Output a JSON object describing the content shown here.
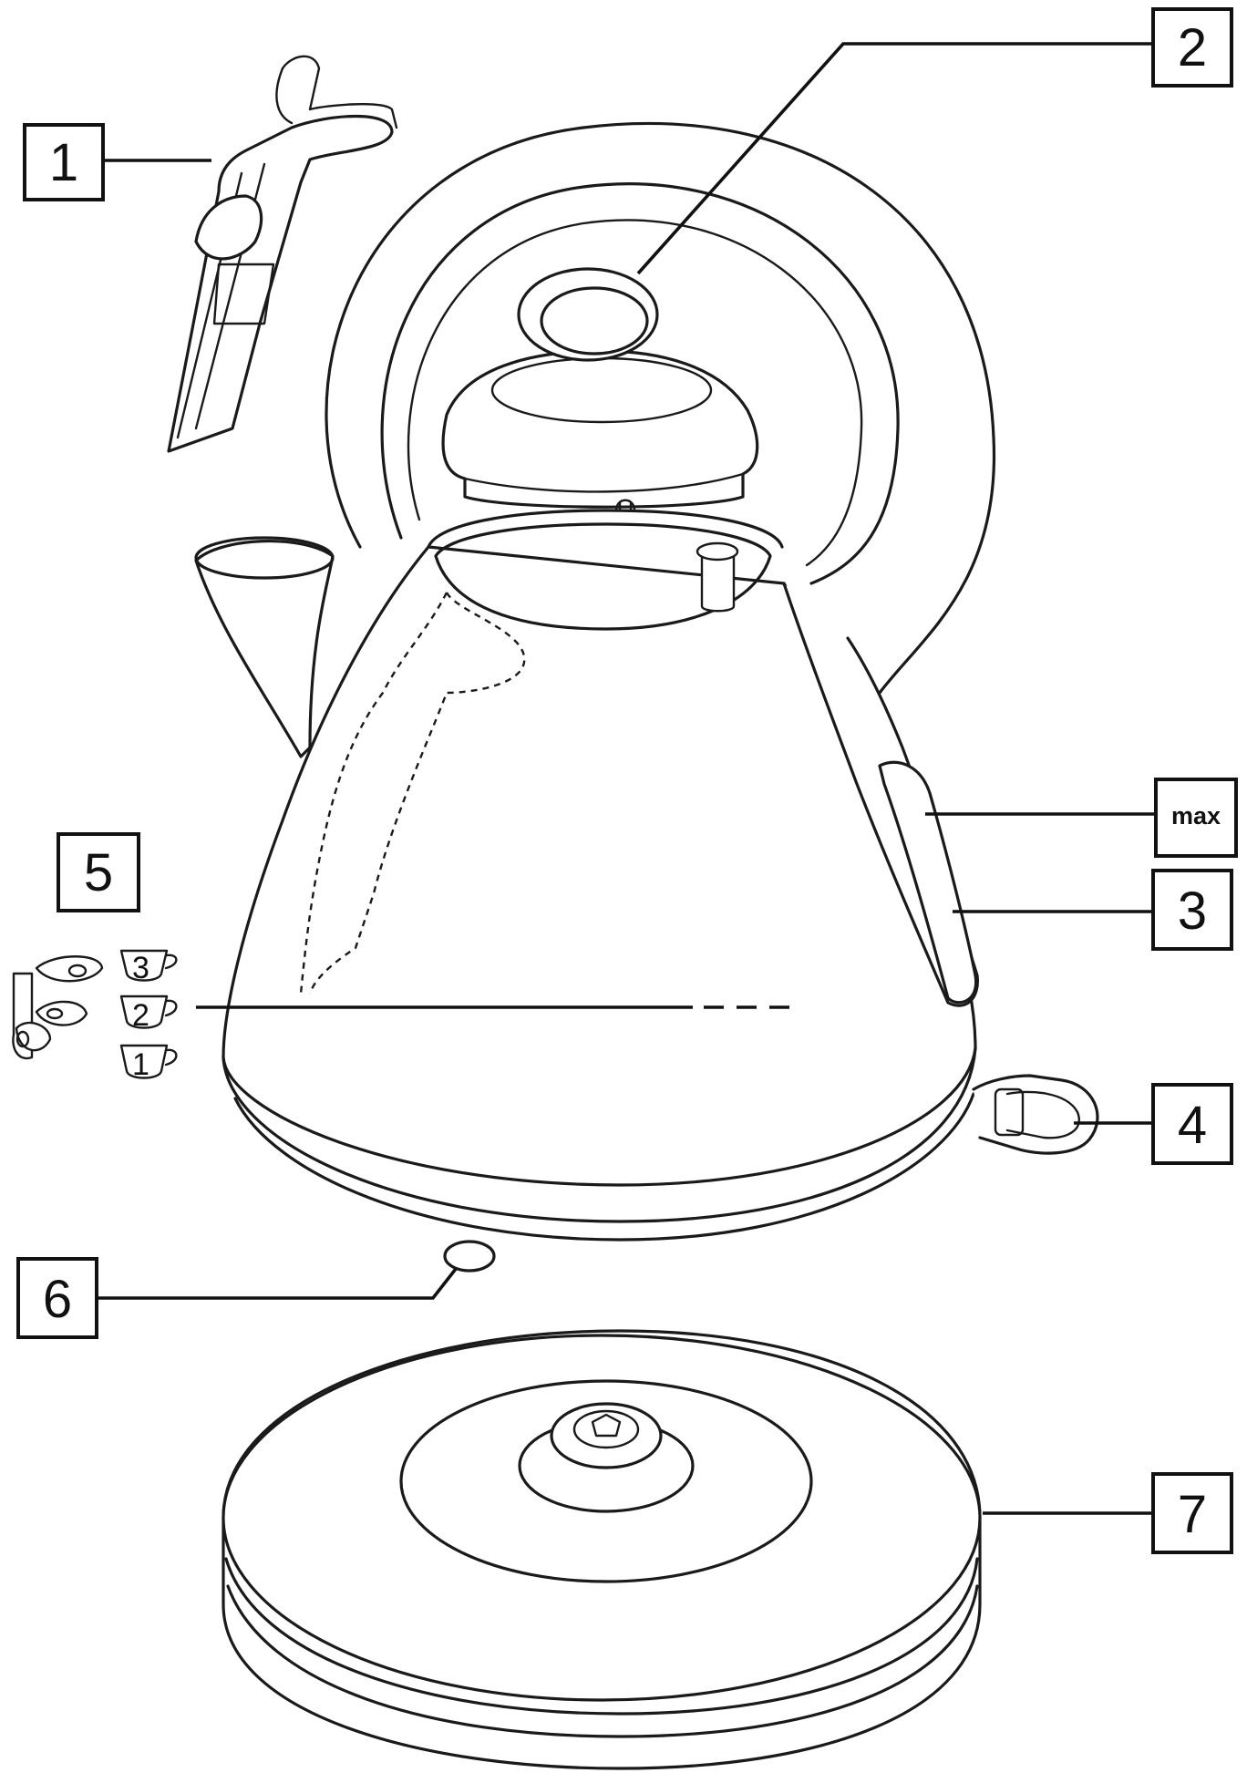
{
  "callouts": {
    "c1": "1",
    "c2": "2",
    "c3": "3",
    "c4": "4",
    "c5": "5",
    "c6": "6",
    "c7": "7",
    "max": "max"
  },
  "cup_levels": {
    "cup3": "3",
    "cup2": "2",
    "cup1": "1"
  },
  "colors": {
    "line": "#1a1a1a",
    "background": "#ffffff"
  }
}
